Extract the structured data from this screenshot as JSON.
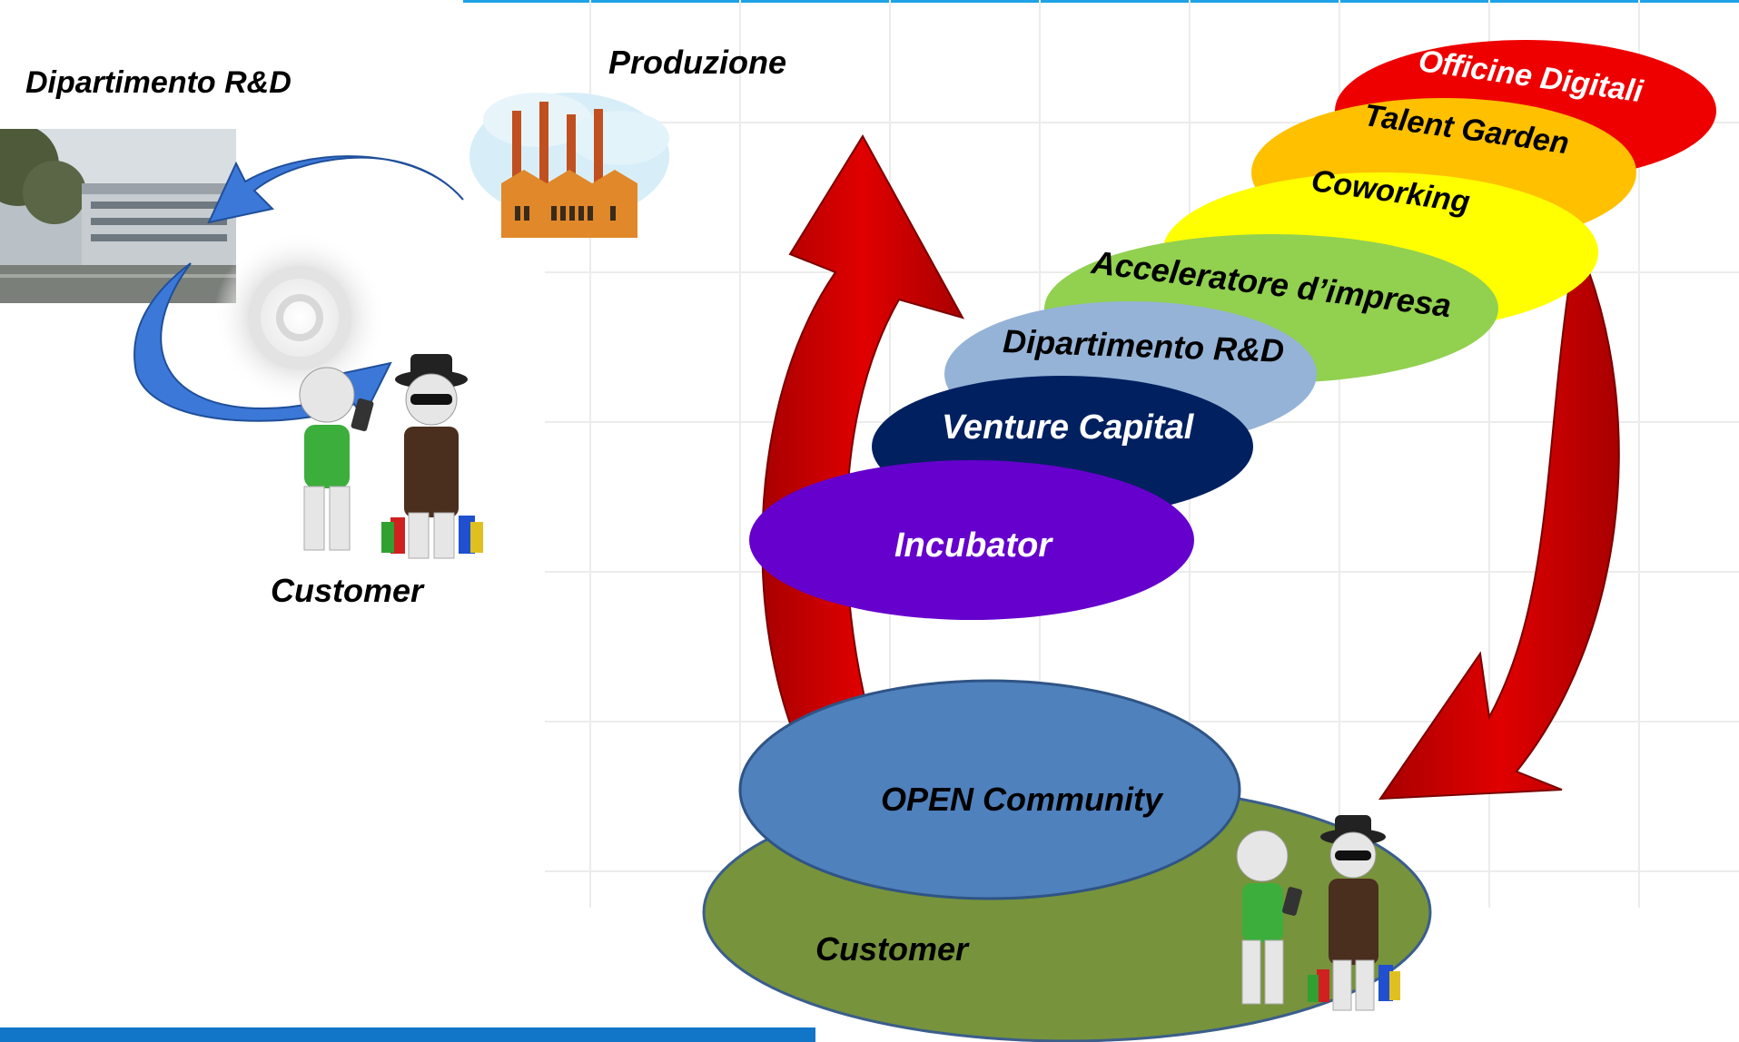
{
  "left_panel": {
    "rd_label": "Dipartimento R&D",
    "production_label": "Produzione",
    "customer_label": "Customer"
  },
  "right_panel": {
    "layers": [
      {
        "label": "Officine Digitali",
        "color": "#ee0000",
        "text_color": "#ffffff"
      },
      {
        "label": "Talent Garden",
        "color": "#ffc000",
        "text_color": "#000000"
      },
      {
        "label": "Coworking",
        "color": "#ffff00",
        "text_color": "#000000"
      },
      {
        "label": "Acceleratore d’impresa",
        "color": "#92d050",
        "text_color": "#000000"
      },
      {
        "label": "Dipartimento R&D",
        "color": "#95b3d7",
        "text_color": "#000000"
      },
      {
        "label": "Venture Capital",
        "color": "#002060",
        "text_color": "#ffffff"
      },
      {
        "label": "Incubator",
        "color": "#6600cc",
        "text_color": "#ffffff"
      }
    ],
    "open_community_label": "OPEN Community",
    "customer_label": "Customer",
    "colors": {
      "customer_ellipse": "#77933c",
      "community_ellipse": "#4f81bd",
      "cycle_arrows": "#d40000",
      "left_arrows": "#3c78d8"
    }
  }
}
